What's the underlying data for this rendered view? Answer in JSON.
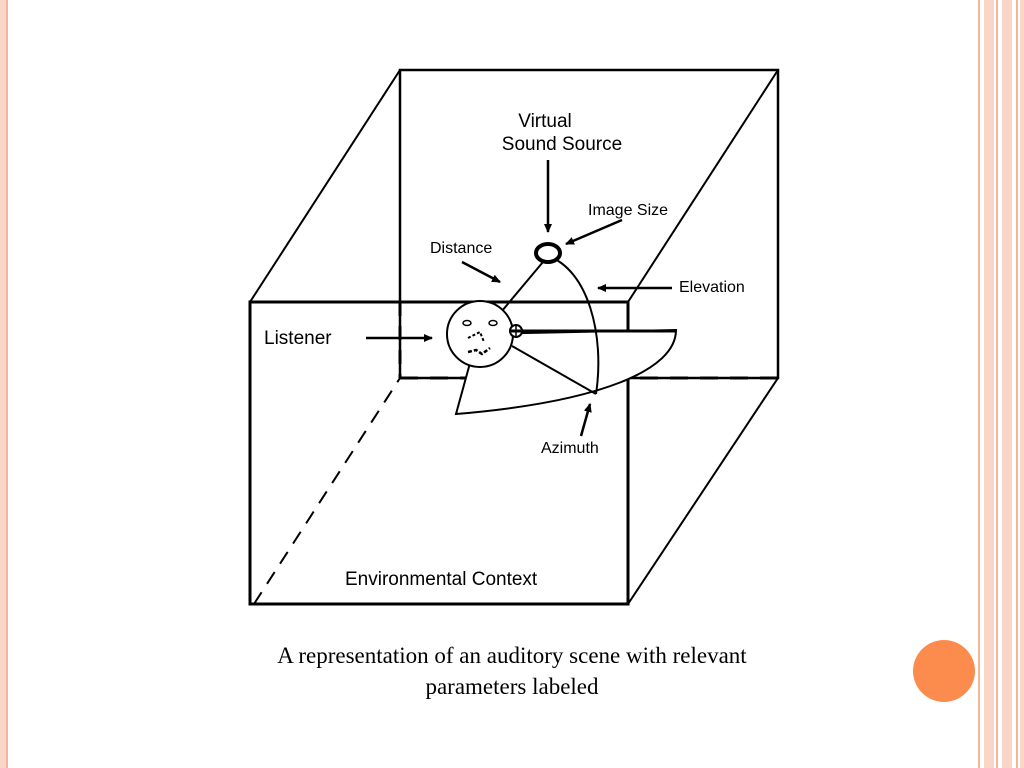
{
  "colors": {
    "border_light": "#f9d6c8",
    "border_mid": "#f3b59b",
    "accent_orange": "#fb8c4e",
    "line": "#000000"
  },
  "diagram": {
    "labels": {
      "virtual": "Virtual",
      "sound_source": "Sound Source",
      "image_size": "Image Size",
      "distance": "Distance",
      "elevation": "Elevation",
      "listener": "Listener",
      "azimuth": "Azimuth",
      "environmental_context": "Environmental Context"
    }
  },
  "caption": {
    "line1": "A representation of an auditory scene with relevant",
    "line2": "parameters labeled"
  }
}
